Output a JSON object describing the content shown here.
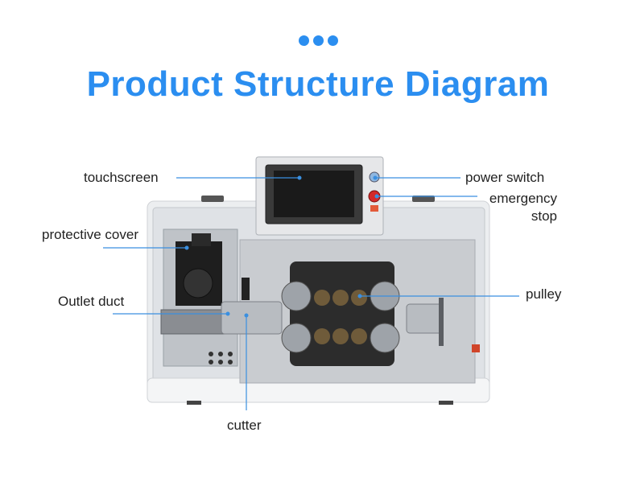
{
  "title": "Product Structure Diagram",
  "labels": {
    "touchscreen": "touchscreen",
    "power_switch": "power switch",
    "emergency_line1": "emergency",
    "emergency_line2": "stop",
    "protective_cover": "protective cover",
    "outlet_duct": "Outlet duct",
    "pulley": "pulley",
    "cutter": "cutter"
  },
  "colors": {
    "accent": "#2b8ef0",
    "leader_line": "#3a8fe0",
    "machine_body": "#e9eaec",
    "panel_dark": "#2a2a2a"
  }
}
